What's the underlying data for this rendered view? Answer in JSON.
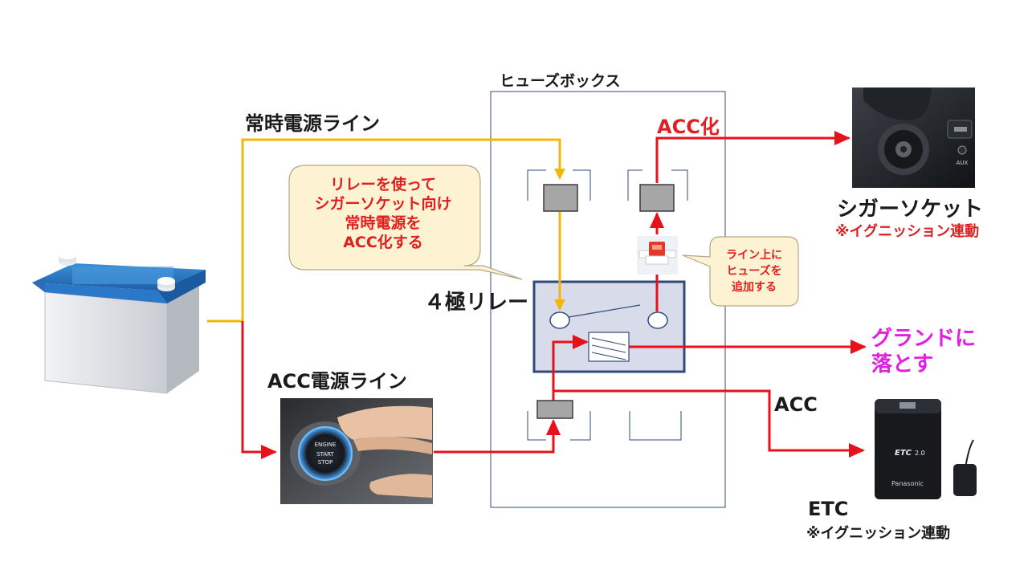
{
  "labels": {
    "fuse_box": "ヒューズボックス",
    "constant_power_line": "常時電源ライン",
    "acc_conversion": "ACC化",
    "acc_power_line": "ACC電源ライン",
    "relay": "４極リレー",
    "ground": [
      "グランドに",
      "落とす"
    ],
    "acc": "ACC",
    "cigar_socket": "シガーソケット",
    "cigar_socket_note": "※イグニッション連動",
    "etc": "ETC",
    "etc_note": "※イグニッション連動"
  },
  "callouts": {
    "main": [
      "リレーを使って",
      "シガーソケット向け",
      "常時電源を",
      "ACC化する"
    ],
    "fuse": [
      "ライン上に",
      "ヒューズを",
      "追加する"
    ]
  },
  "device_text": {
    "start_button": [
      "ENGINE",
      "START",
      "STOP"
    ],
    "aux": "AUX",
    "etc_brand": "Panasonic",
    "etc_model": "ETC",
    "etc_version": "2.0"
  },
  "colors": {
    "constant_line": "#f2b705",
    "acc_line": "#e8101a",
    "relay_border": "#2f4a7a",
    "relay_fill": "#d8dcea",
    "fuse_box_border": "#2f4a7a",
    "callout_fill": "#fdf3d2",
    "callout_stroke": "#b2a68a",
    "ground_text": "#e020e0"
  }
}
